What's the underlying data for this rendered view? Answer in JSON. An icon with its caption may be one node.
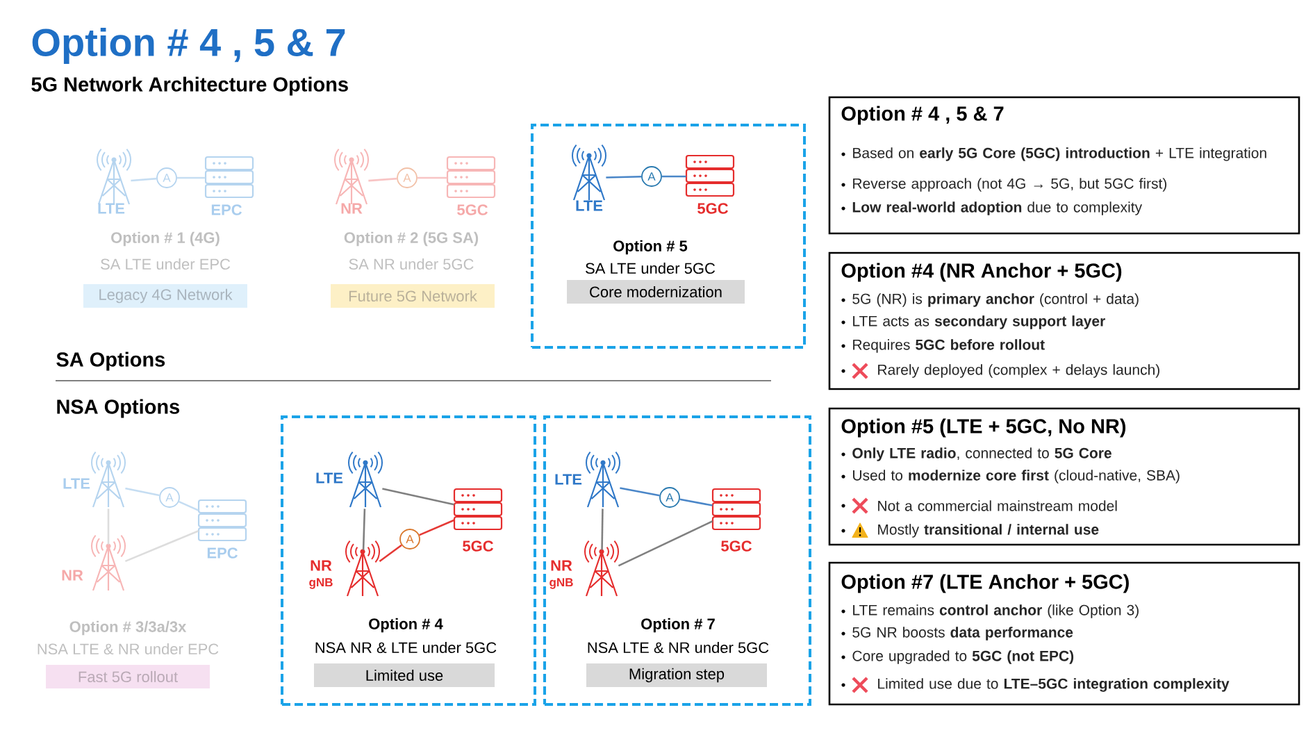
{
  "diagram": {
    "title": "Option # 4 , 5 & 7",
    "nodes": [
      {
        "text": [
          "LTE"
        ]
      },
      {
        "text": [
          "A"
        ]
      },
      {
        "text": [
          "EPC"
        ]
      },
      {
        "text": [
          "Legacy 4G Network"
        ]
      },
      {
        "text": [
          "NR"
        ]
      },
      {
        "text": [
          "A"
        ]
      },
      {
        "text": [
          "5GC"
        ]
      },
      {
        "text": [
          "Future 5G Network"
        ]
      },
      {
        "text": [
          "Option # 5",
          "SA LTE under 5GC"
        ]
      },
      {
        "text": [
          "LTE"
        ],
        "in": 8
      },
      {
        "text": [
          "A"
        ],
        "in": 8
      },
      {
        "text": [
          "5GC"
        ],
        "in": 8
      },
      {
        "text": [
          "Core modernization"
        ],
        "in": 8
      },
      {
        "text": [
          "LTE"
        ]
      },
      {
        "text": [
          "A"
        ]
      },
      {
        "text": [
          "EPC"
        ]
      },
      {
        "text": [
          "NR"
        ]
      },
      {
        "text": [
          "Fast 5G rollout"
        ]
      },
      {
        "text": [
          "Option # 4",
          "NSA NR & LTE under 5GC"
        ]
      },
      {
        "text": [
          "LTE"
        ],
        "in": 18
      },
      {
        "text": [
          "5GC"
        ],
        "in": 18
      },
      {
        "text": [
          "A"
        ],
        "in": 18
      },
      {
        "text": [
          "NR",
          "gNB"
        ],
        "in": 18
      },
      {
        "text": [
          "Limited use"
        ],
        "in": 18
      },
      {
        "text": [
          "Option # 7",
          "NSA LTE & NR under 5GC"
        ]
      },
      {
        "text": [
          "LTE"
        ],
        "in": 24
      },
      {
        "text": [
          "A"
        ],
        "in": 24
      },
      {
        "text": [
          "5GC"
        ],
        "in": 24
      },
      {
        "text": [
          "NR",
          "gNB"
        ],
        "in": 24
      },
      {
        "text": [
          "Migration step"
        ],
        "in": 24
      },
      {
        "text": [
          "Option # 4 , 5 & 7",
          "Based on **early 5G Core (5GC) introduction** + LTE integration",
          "Reverse approach (not 4G → 5G, but 5GC first)",
          "**Low real-world adoption** due to complexity"
        ]
      },
      {
        "text": [
          "Option #4 (NR Anchor + 5GC)",
          "5G (NR) is **primary anchor** (control + data)",
          "LTE acts as **secondary support layer**",
          "Requires **5GC before rollout**",
          "Rarely deployed (complex + delays launch)"
        ]
      },
      {
        "text": [
          "Option #5 (LTE + 5GC, No NR)",
          "**Only LTE radio**, connected to **5G Core**",
          "Used to **modernize core first** (cloud-native, SBA)",
          "Not a commercial mainstream model",
          "Mostly **transitional / internal use**"
        ]
      },
      {
        "text": [
          "Option #7 (LTE Anchor + 5GC)",
          "LTE remains **control anchor** (like Option 3)",
          "5G NR boosts **data performance**",
          "Core upgraded to **5GC (not EPC)**",
          "Limited use due to **LTE–5GC integration complexity**"
        ]
      }
    ],
    "edges": [
      {
        "from": 0,
        "to": 1,
        "arrow": "none",
        "color": "#c5ddf2"
      },
      {
        "from": 1,
        "to": 2,
        "arrow": "none",
        "color": "#c5ddf2"
      },
      {
        "from": 4,
        "to": 5,
        "arrow": "none",
        "color": "#f8c4c4"
      },
      {
        "from": 5,
        "to": 6,
        "arrow": "none",
        "color": "#f8c4c4"
      },
      {
        "from": 9,
        "to": 10,
        "arrow": "none",
        "color": "#4a86c8"
      },
      {
        "from": 10,
        "to": 11,
        "arrow": "none",
        "color": "#4a86c8"
      },
      {
        "from": 13,
        "to": 14,
        "arrow": "none",
        "color": "#c5ddf2"
      },
      {
        "from": 14,
        "to": 15,
        "arrow": "none",
        "color": "#c5ddf2"
      },
      {
        "from": 13,
        "to": 16,
        "arrow": "none",
        "color": "#dddddd"
      },
      {
        "from": 16,
        "to": 15,
        "arrow": "none",
        "color": "#dddddd"
      },
      {
        "from": 19,
        "to": 20,
        "arrow": "none",
        "color": "#808080"
      },
      {
        "from": 19,
        "to": 22,
        "arrow": "none",
        "color": "#808080"
      },
      {
        "from": 22,
        "to": 21,
        "arrow": "none",
        "color": "#e53935"
      },
      {
        "from": 21,
        "to": 20,
        "arrow": "none",
        "color": "#e53935"
      },
      {
        "from": 25,
        "to": 26,
        "arrow": "none",
        "color": "#4a86c8"
      },
      {
        "from": 26,
        "to": 27,
        "arrow": "none",
        "color": "#4a86c8"
      },
      {
        "from": 25,
        "to": 28,
        "arrow": "none",
        "color": "#808080"
      },
      {
        "from": 28,
        "to": 27,
        "arrow": "none",
        "color": "#808080"
      }
    ],
    "labels": [
      "5G Network Architecture Options",
      "Option # 1 (4G)",
      "SA LTE under EPC",
      "Option # 2 (5G SA)",
      "SA NR under 5GC",
      "SA Options",
      "NSA Options",
      "Option # 3/3a/3x",
      "NSA LTE & NR under EPC"
    ]
  }
}
